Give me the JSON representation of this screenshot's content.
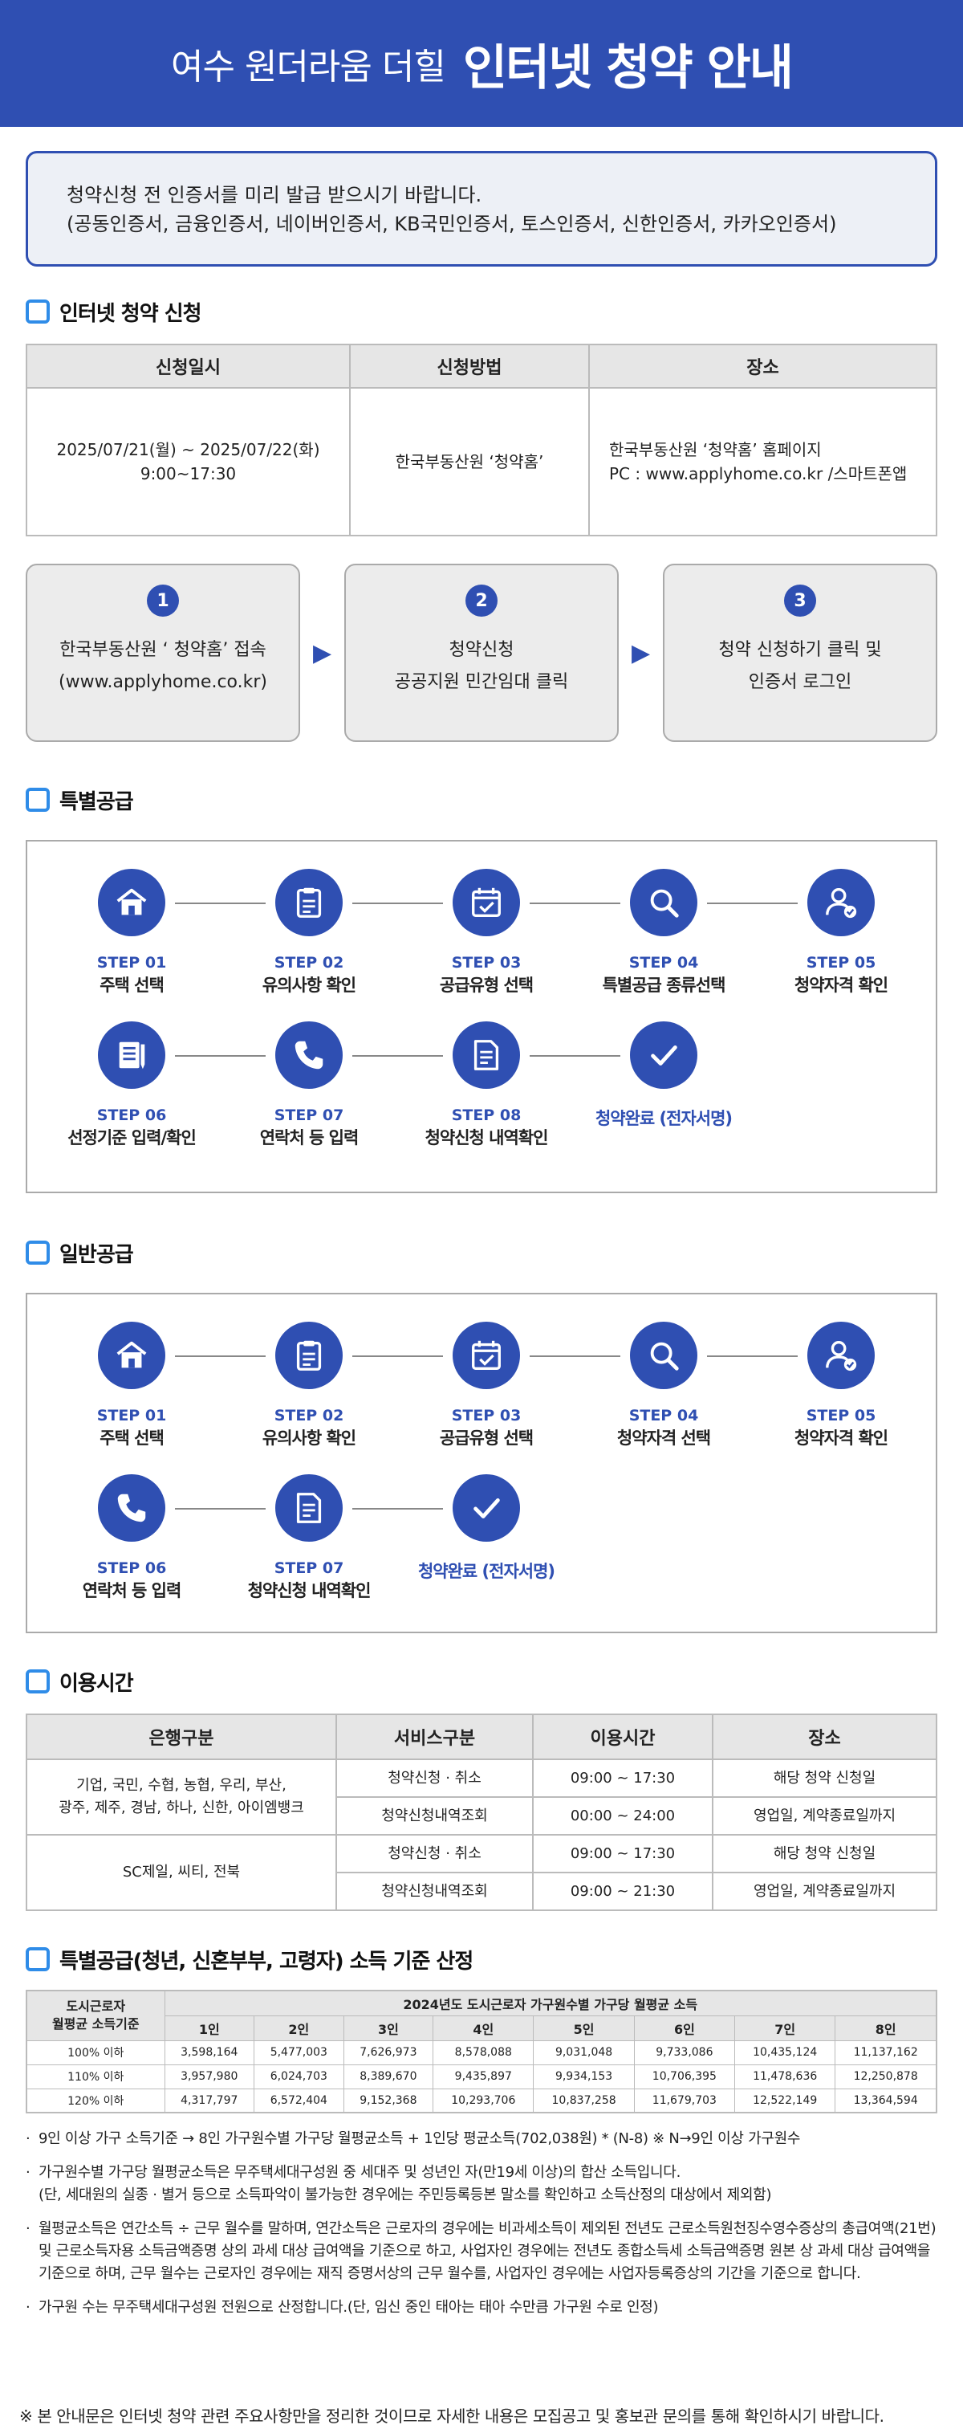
{
  "header": {
    "pre": "여수 원더라움 더힐",
    "main": "인터넷 청약 안내"
  },
  "notice": {
    "line1": "청약신청 전 인증서를 미리 발급 받으시기 바랍니다.",
    "line2": "(공동인증서, 금융인증서, 네이버인증서, KB국민인증서, 토스인증서, 신한인증서, 카카오인증서)"
  },
  "sec1": {
    "title": "인터넷 청약 신청",
    "headers": [
      "신청일시",
      "신청방법",
      "장소"
    ],
    "date_line1": "2025/07/21(월) ~ 2025/07/22(화)",
    "date_line2": "9:00~17:30",
    "method": "한국부동산원 ‘청약홈’",
    "place_line1": "한국부동산원 ‘청약홈’ 홈페이지",
    "place_line2": "PC : www.applyhome.co.kr /스마트폰앱"
  },
  "flow": [
    {
      "num": "1",
      "l1": "한국부동산원 ‘ 청약홈’ 접속",
      "l2": "(www.applyhome.co.kr)"
    },
    {
      "num": "2",
      "l1": "청약신청",
      "l2": "공공지원 민간임대 클릭"
    },
    {
      "num": "3",
      "l1": "청약 신청하기 클릭 및",
      "l2": "인증서 로그인"
    }
  ],
  "flow_arrow": "▶",
  "special": {
    "title": "특별공급",
    "row1": [
      {
        "label": "STEP 01",
        "name": "주택 선택",
        "icon": "house-icon"
      },
      {
        "label": "STEP 02",
        "name": "유의사항 확인",
        "icon": "clipboard-icon"
      },
      {
        "label": "STEP 03",
        "name": "공급유형 선택",
        "icon": "calendar-icon"
      },
      {
        "label": "STEP 04",
        "name": "특별공급 종류선택",
        "icon": "search-icon"
      },
      {
        "label": "STEP 05",
        "name": "청약자격 확인",
        "icon": "user-check-icon"
      }
    ],
    "row2": [
      {
        "label": "STEP 06",
        "name": "선정기준 입력/확인",
        "icon": "document-list-icon"
      },
      {
        "label": "STEP 07",
        "name": "연락처 등 입력",
        "icon": "phone-icon"
      },
      {
        "label": "STEP 08",
        "name": "청약신청 내역확인",
        "icon": "document-icon"
      }
    ],
    "done": "청약완료 (전자서명)"
  },
  "general": {
    "title": "일반공급",
    "row1": [
      {
        "label": "STEP 01",
        "name": "주택 선택",
        "icon": "house-icon"
      },
      {
        "label": "STEP 02",
        "name": "유의사항 확인",
        "icon": "clipboard-icon"
      },
      {
        "label": "STEP 03",
        "name": "공급유형 선택",
        "icon": "calendar-icon"
      },
      {
        "label": "STEP 04",
        "name": "청약자격 선택",
        "icon": "search-icon"
      },
      {
        "label": "STEP 05",
        "name": "청약자격 확인",
        "icon": "user-check-icon"
      }
    ],
    "row2": [
      {
        "label": "STEP 06",
        "name": "연락처 등 입력",
        "icon": "phone-icon"
      },
      {
        "label": "STEP 07",
        "name": "청약신청 내역확인",
        "icon": "document-icon"
      }
    ],
    "done": "청약완료 (전자서명)"
  },
  "hours": {
    "title": "이용시간",
    "headers": [
      "은행구분",
      "서비스구분",
      "이용시간",
      "장소"
    ],
    "bank1_l1": "기업, 국민, 수협, 농협, 우리, 부산,",
    "bank1_l2": "광주, 제주, 경남, 하나, 신한, 아이엠뱅크",
    "bank2": "SC제일, 씨티, 전북",
    "rows": [
      {
        "service": "청약신청 · 취소",
        "time": "09:00 ~ 17:30",
        "place": "해당 청약 신청일"
      },
      {
        "service": "청약신청내역조회",
        "time": "00:00 ~ 24:00",
        "place": "영업일, 계약종료일까지"
      },
      {
        "service": "청약신청 · 취소",
        "time": "09:00 ~ 17:30",
        "place": "해당 청약 신청일"
      },
      {
        "service": "청약신청내역조회",
        "time": "09:00 ~ 21:30",
        "place": "영업일, 계약종료일까지"
      }
    ]
  },
  "income": {
    "title": "특별공급(청년, 신혼부부, 고령자) 소득 기준 산정",
    "corner_l1": "도시근로자",
    "corner_l2": "월평균 소득기준",
    "span_header": "2024년도 도시근로자 가구원수별 가구당 월평균 소득",
    "cols": [
      "1인",
      "2인",
      "3인",
      "4인",
      "5인",
      "6인",
      "7인",
      "8인"
    ],
    "rows": [
      {
        "label": "100% 이하",
        "values": [
          "3,598,164",
          "5,477,003",
          "7,626,973",
          "8,578,088",
          "9,031,048",
          "9,733,086",
          "10,435,124",
          "11,137,162"
        ]
      },
      {
        "label": "110% 이하",
        "values": [
          "3,957,980",
          "6,024,703",
          "8,389,670",
          "9,435,897",
          "9,934,153",
          "10,706,395",
          "11,478,636",
          "12,250,878"
        ]
      },
      {
        "label": "120% 이하",
        "values": [
          "4,317,797",
          "6,572,404",
          "9,152,368",
          "10,293,706",
          "10,837,258",
          "11,679,703",
          "12,522,149",
          "13,364,594"
        ]
      }
    ]
  },
  "notes": [
    [
      "· ",
      "9인 이상 가구 소득기준 → 8인 가구원수별 가구당 월평균소득 + 1인당 평균소득(702,038원) * (N-8) ※ N→9인 이상 가구원수"
    ],
    [
      "· ",
      "가구원수별 가구당 월평균소득은 무주택세대구성원 중 세대주 및 성년인 자(만19세 이상)의 합산 소득입니다.",
      "(단, 세대원의 실종 · 별거 등으로 소득파악이 불가능한 경우에는 주민등록등본 말소를 확인하고 소득산정의 대상에서 제외함)"
    ],
    [
      "· ",
      "월평균소득은 연간소득 ÷ 근무 월수를 말하며, 연간소득은 근로자의 경우에는 비과세소득이 제외된 전년도 근로소득원천징수영수증상의 총급여액(21번) 및 근로소득자용 소득금액증명 상의 과세 대상 급여액을 기준으로 하고, 사업자인 경우에는 전년도 종합소득세 소득금액증명 원본 상 과세 대상 급여액을 기준으로 하며, 근무 월수는 근로자인 경우에는 재직 증명서상의 근무 월수를, 사업자인 경우에는 사업자등록증상의 기간을 기준으로 합니다."
    ],
    [
      "· ",
      "가구원 수는 무주택세대구성원 전원으로 산정합니다.(단, 임신 중인 태아는 태아 수만큼 가구원 수로 인정)"
    ]
  ],
  "footer": "※ 본 안내문은 인터넷 청약 관련 주요사항만을 정리한 것이므로 자세한 내용은 모집공고 및 홍보관 문의를 통해 확인하시기 바랍니다."
}
